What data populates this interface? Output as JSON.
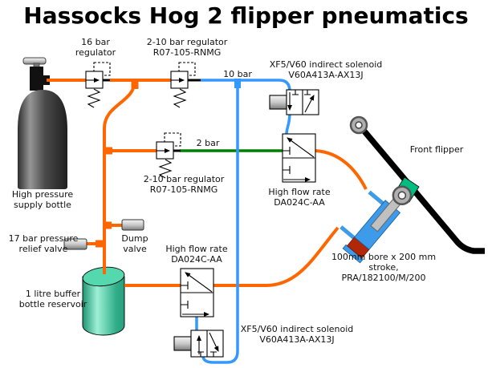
{
  "title": "Hassocks Hog 2 flipper pneumatics",
  "colors": {
    "pipe_orange": "#FF6600",
    "pipe_blue": "#3399FF",
    "pipe_green": "#008000",
    "ram_blue": "#3D9BE9",
    "ram_cap_red": "#B22705",
    "wedge_green": "#00BE82",
    "buffer_teal": "#3FC89F",
    "supply_gray": "#555555"
  },
  "labels": {
    "regulator16": "16 bar\nregulator",
    "regulator210_top": "2-10 bar regulator\nR07-105-RNMG",
    "regulator210_mid": "2-10 bar regulator\nR07-105-RNMG",
    "solenoid_top": "XF5/V60 indirect solenoid\nV60A413A-AX13J",
    "solenoid_bottom": "XF5/V60 indirect solenoid\nV60A413A-AX13J",
    "pressure_10bar": "10 bar",
    "pressure_2bar": "2 bar",
    "front_flipper": "Front flipper",
    "highflow_top": "High flow rate\nDA024C-AA",
    "highflow_bottom": "High flow rate\nDA024C-AA",
    "supply_bottle": "High pressure\nsupply bottle",
    "relief_valve": "17 bar pressure\nrelief valve",
    "dump_valve": "Dump\nvalve",
    "buffer_bottle": "1 litre buffer\nbottle reservoir",
    "ram": "100mm bore x 200 mm\nstroke,\nPRA/182100/M/200"
  }
}
